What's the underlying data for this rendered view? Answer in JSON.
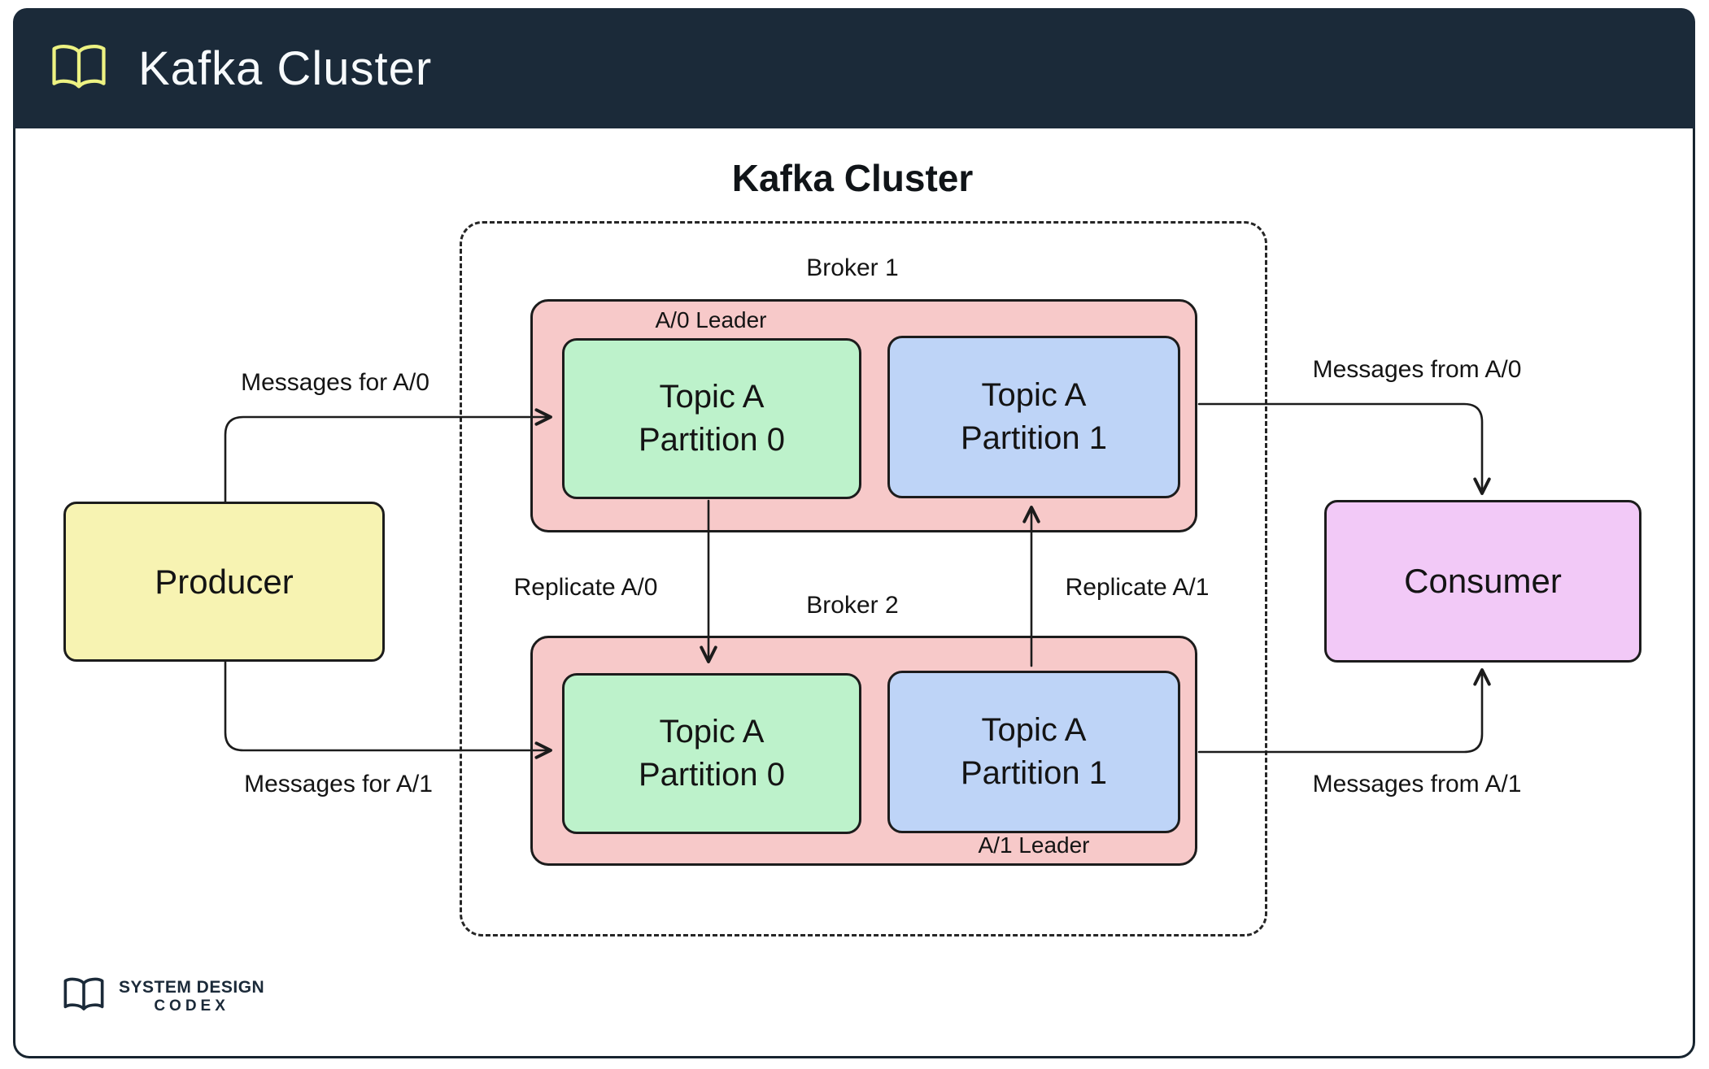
{
  "header": {
    "title": "Kafka Cluster"
  },
  "diagram": {
    "title": "Kafka Cluster",
    "producer": {
      "label": "Producer"
    },
    "consumer": {
      "label": "Consumer"
    },
    "brokers": [
      {
        "label": "Broker 1",
        "leader_tag": "A/0 Leader",
        "partitions": [
          {
            "title": "Topic A",
            "subtitle": "Partition 0"
          },
          {
            "title": "Topic A",
            "subtitle": "Partition 1"
          }
        ]
      },
      {
        "label": "Broker 2",
        "leader_tag": "A/1 Leader",
        "partitions": [
          {
            "title": "Topic A",
            "subtitle": "Partition 0"
          },
          {
            "title": "Topic A",
            "subtitle": "Partition 1"
          }
        ]
      }
    ],
    "flows": {
      "messages_for_a0": "Messages for A/0",
      "messages_for_a1": "Messages for A/1",
      "replicate_a0": "Replicate A/0",
      "replicate_a1": "Replicate A/1",
      "messages_from_a0": "Messages from A/0",
      "messages_from_a1": "Messages from A/1"
    }
  },
  "footer": {
    "brand_line1": "SYSTEM DESIGN",
    "brand_line2": "CODEX"
  },
  "icons": {
    "header_logo": "open-book-icon",
    "footer_logo": "open-book-icon"
  },
  "colors": {
    "header_bg": "#1b2a39",
    "header_icon": "#edf282",
    "broker_bg": "#f7c9c9",
    "partition0_bg": "#bdf2cb",
    "partition1_bg": "#bed4f7",
    "producer_bg": "#f7f3b2",
    "consumer_bg": "#f2c9f7",
    "stroke": "#1c1c1c"
  }
}
